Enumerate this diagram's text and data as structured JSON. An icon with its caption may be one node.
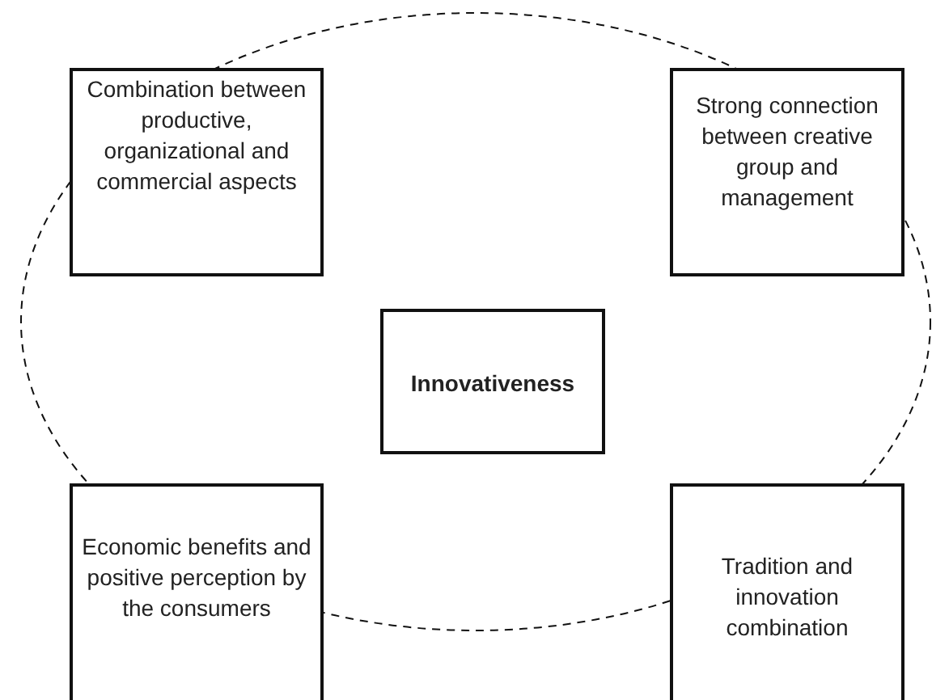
{
  "diagram": {
    "nodes": [
      {
        "text": [
          "Combination between productive, organizational and commercial aspects"
        ]
      },
      {
        "text": [
          "Strong connection between creative group and management"
        ]
      },
      {
        "text": [
          "Innovativeness"
        ]
      },
      {
        "text": [
          "Economic benefits and positive perception by the consumers"
        ]
      },
      {
        "text": [
          "Tradition and innovation combination"
        ]
      }
    ]
  }
}
